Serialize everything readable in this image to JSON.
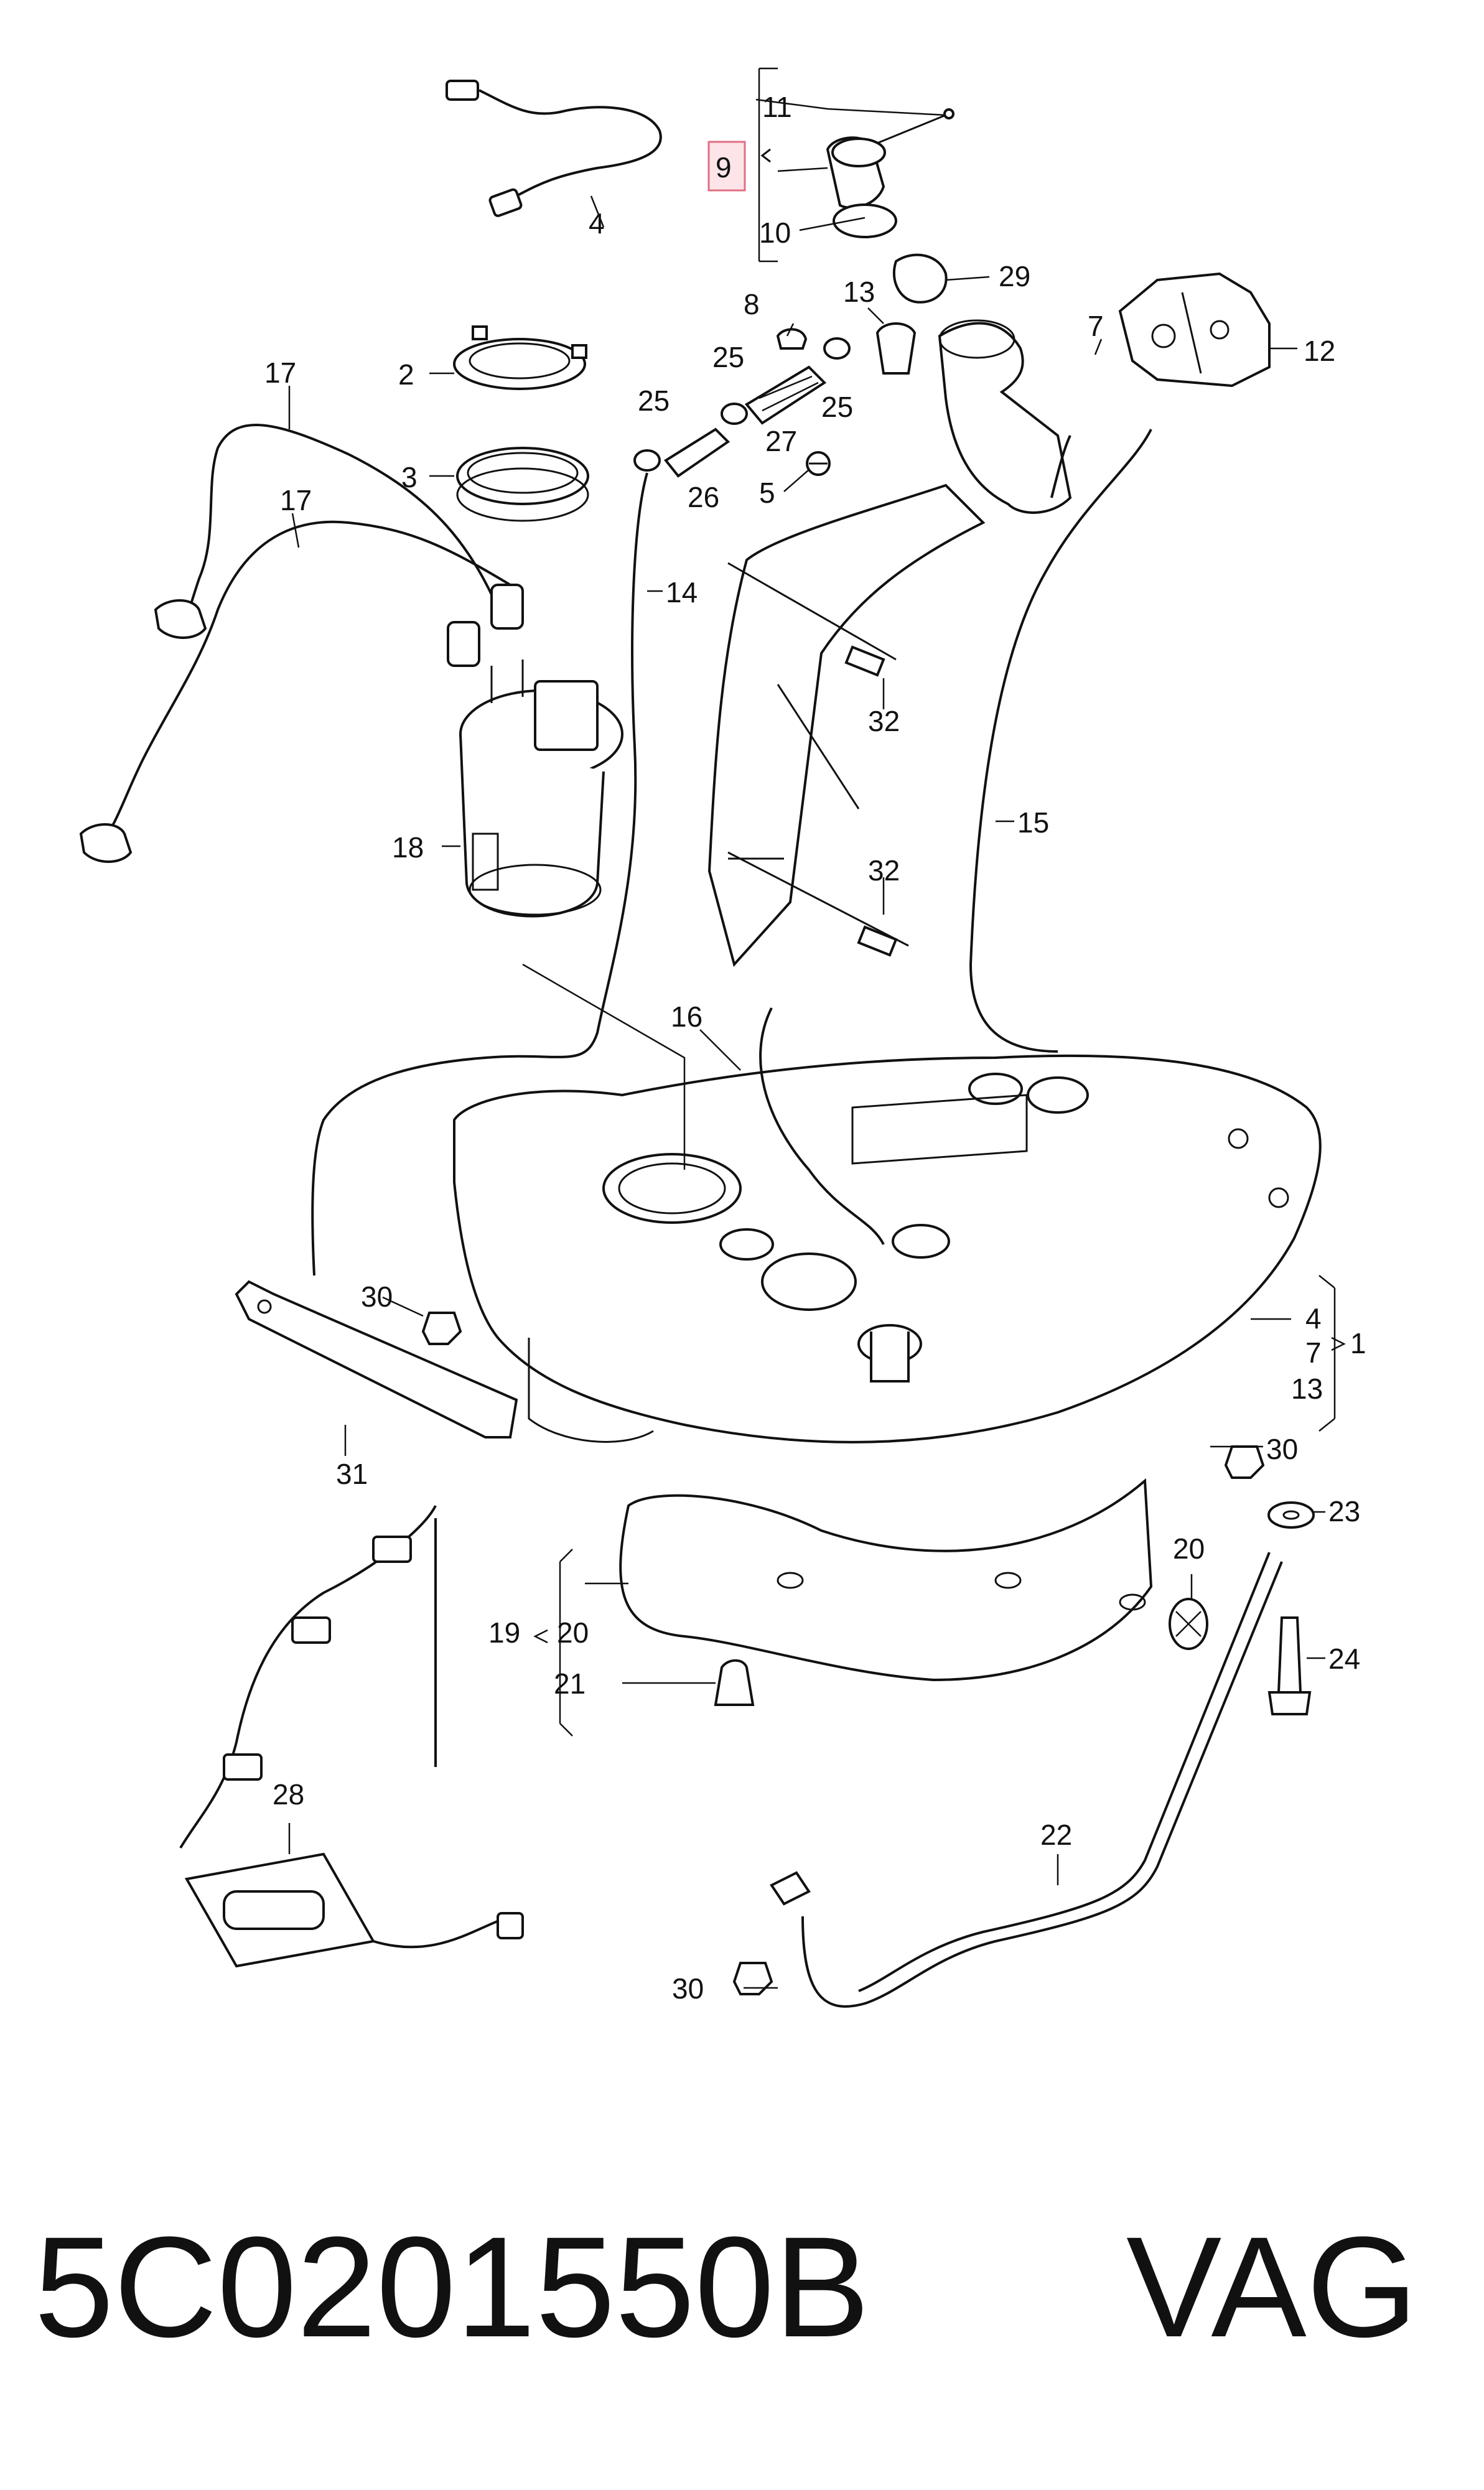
{
  "diagram": {
    "callouts": {
      "c1": "1",
      "c2": "2",
      "c3": "3",
      "c4a": "4",
      "c4b": "4",
      "c5": "5",
      "c7a": "7",
      "c7b": "7",
      "c8": "8",
      "c9": "9",
      "c10": "10",
      "c11": "11",
      "c12": "12",
      "c13a": "13",
      "c13b": "13",
      "c14": "14",
      "c15": "15",
      "c16": "16",
      "c17a": "17",
      "c17b": "17",
      "c18": "18",
      "c19": "19",
      "c20a": "20",
      "c20b": "20",
      "c21": "21",
      "c22": "22",
      "c23": "23",
      "c24": "24",
      "c25a": "25",
      "c25b": "25",
      "c25c": "25",
      "c26": "26",
      "c27": "27",
      "c28": "28",
      "c29": "29",
      "c30a": "30",
      "c30b": "30",
      "c30c": "30",
      "c31": "31",
      "c32a": "32",
      "c32b": "32"
    },
    "highlighted_callout": "9",
    "highlight_color": "#e06f84"
  },
  "footer": {
    "part_number": "5C0201550B",
    "brand": "VAG"
  }
}
